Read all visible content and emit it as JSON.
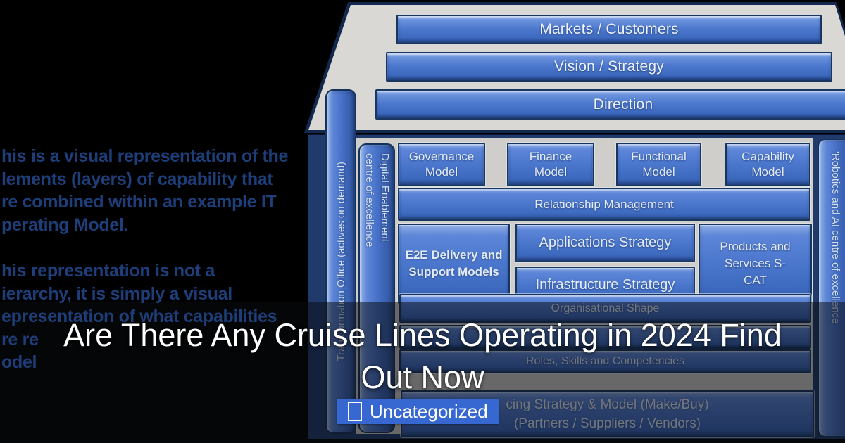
{
  "colors": {
    "box_blue": "#4a76cc",
    "dark_navy": "#203a6b",
    "panel_gray": "#cfceca",
    "roof_gray": "#d9d8d4",
    "badge_blue": "#3768d2",
    "left_text_blue": "#1e3e7a",
    "title_white": "#ffffff"
  },
  "left_text": {
    "paragraph1_lines": [
      "his is a visual representation of the",
      "lements (layers) of capability that",
      "re combined within an example IT",
      "perating Model."
    ],
    "paragraph2_lines": [
      "his representation is not a",
      "ierarchy,  it is simply a visual",
      "epresentation of what capabilities",
      "re re",
      "odel"
    ]
  },
  "diagram": {
    "roof_bars": [
      "Markets / Customers",
      "Vision / Strategy",
      "Direction"
    ],
    "vertical_bars": {
      "transformation_office": "Transformation Office (actives on demand)",
      "digital_enablement_line1": "Digital Enablement",
      "digital_enablement_line2": "centre of excellence",
      "robotics_ai": "'Robotics and AI centre of excellence"
    },
    "model_boxes": [
      "Governance Model",
      "Finance Model",
      "Functional Model",
      "Capability Model"
    ],
    "relationship_management": "Relationship Management",
    "e2e_delivery": "E2E Delivery and Support Models",
    "applications_strategy": "Applications Strategy",
    "infrastructure_strategy": "Infrastructure Strategy",
    "products_services": "Products and Services S-CAT",
    "organisational_shape": "Organisational Shape",
    "hidden_row": "",
    "roles_skills": "Roles, Skills and Competencies",
    "sourcing_line1": "cing Strategy & Model (Make/Buy)",
    "sourcing_line2": "(Partners / Suppliers / Vendors)"
  },
  "overlay": {
    "title": "Are There Any Cruise Lines Operating in 2024 Find Out Now",
    "title_line1": "Are There Any Cruise Lines Operating in 2024 Find",
    "title_line2": "Out Now",
    "badge": {
      "label": "Uncategorized"
    }
  }
}
